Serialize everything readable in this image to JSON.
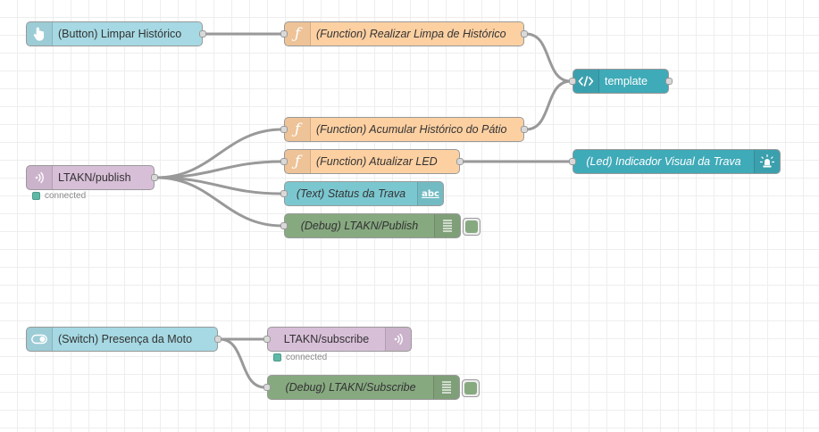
{
  "colors": {
    "function_fill": "#fdd0a2",
    "inject_fill": "#a6d9e3",
    "template_fill": "#3faab8",
    "mqtt_fill": "#d8bfd8",
    "text_fill": "#7bc7d0",
    "debug_fill": "#87a980",
    "status_connected": "#5fb8a5",
    "wire": "#999999"
  },
  "flow": {
    "nodes": [
      {
        "id": "n1",
        "label": "(Button) Limpar Histórico",
        "type": "inject",
        "icon": "hand-pointer-icon"
      },
      {
        "id": "n2",
        "label": "(Function) Realizar Limpa de Histórico",
        "type": "function",
        "icon": "function-icon"
      },
      {
        "id": "n3",
        "label": "template",
        "type": "template",
        "icon": "code-icon"
      },
      {
        "id": "n4",
        "label": "(Function) Acumular Histórico do Pátio",
        "type": "function",
        "icon": "function-icon"
      },
      {
        "id": "n5",
        "label": "LTAKN/publish",
        "type": "mqtt-in",
        "icon": "radio-waves-icon",
        "status": "connected"
      },
      {
        "id": "n6",
        "label": "(Function) Atualizar LED",
        "type": "function",
        "icon": "function-icon"
      },
      {
        "id": "n7",
        "label": "(Led) Indicador Visual da Trava",
        "type": "led",
        "icon": "led-light-icon"
      },
      {
        "id": "n8",
        "label": "(Text) Status da Trava",
        "type": "text",
        "icon": "abc-icon",
        "icon_text": "abc"
      },
      {
        "id": "n9",
        "label": "(Debug) LTAKN/Publish",
        "type": "debug",
        "icon": "list-lines-icon"
      },
      {
        "id": "n10",
        "label": "(Switch) Presença da Moto",
        "type": "switch",
        "icon": "toggle-switch-icon"
      },
      {
        "id": "n11",
        "label": "LTAKN/subscribe",
        "type": "mqtt-out",
        "icon": "radio-waves-icon",
        "status": "connected"
      },
      {
        "id": "n12",
        "label": "(Debug) LTAKN/Subscribe",
        "type": "debug",
        "icon": "list-lines-icon"
      }
    ],
    "wires": [
      [
        "n1",
        "n2"
      ],
      [
        "n2",
        "n3"
      ],
      [
        "n4",
        "n3"
      ],
      [
        "n5",
        "n4"
      ],
      [
        "n5",
        "n6"
      ],
      [
        "n5",
        "n8"
      ],
      [
        "n5",
        "n9"
      ],
      [
        "n6",
        "n7"
      ],
      [
        "n10",
        "n11"
      ],
      [
        "n10",
        "n12"
      ]
    ]
  }
}
